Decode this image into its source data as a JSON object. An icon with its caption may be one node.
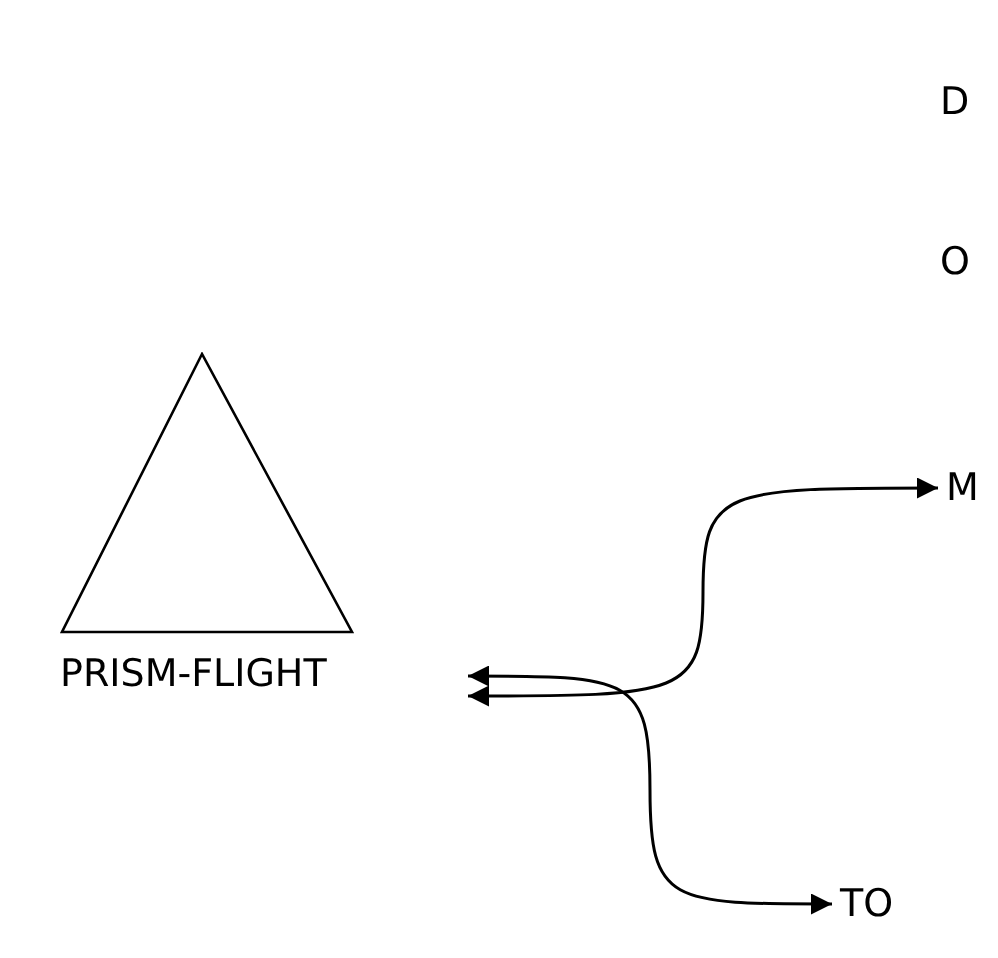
{
  "diagram": {
    "nodes": [
      {
        "text": [
          "PRISM-FLIGHT"
        ]
      },
      {
        "text": [
          "M"
        ]
      },
      {
        "text": [
          "TO"
        ]
      }
    ],
    "edges": [
      {
        "from": 0,
        "to": 1,
        "arrow": "both"
      },
      {
        "from": 0,
        "to": 2,
        "arrow": "both"
      }
    ],
    "labels": [
      "D",
      "O"
    ]
  }
}
